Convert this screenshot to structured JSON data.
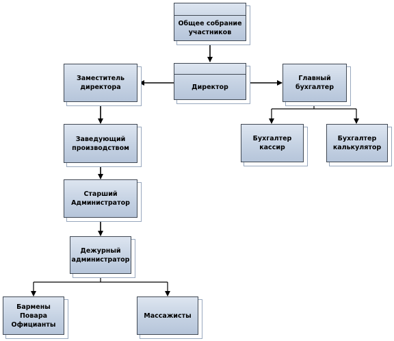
{
  "diagram": {
    "nodes": {
      "assembly": "Общее собрание\nучастников",
      "director": "Директор",
      "deputy": "Заместитель\nдиректора",
      "chief_accountant": "Главный\nбухгалтер",
      "production_head": "Заведующий\nпроизводством",
      "accountant_cashier": "Бухгалтер кассир",
      "accountant_calculator": "Бухгалтер\nкалькулятор",
      "senior_admin": "Старший\nАдминистратор",
      "duty_admin": "Дежурный\nадминистратор",
      "staff": "Бармены\nПовара\nОфицианты",
      "masseurs": "Массажисты"
    },
    "colors": {
      "node_fill_top": "#dde5f0",
      "node_fill_bottom": "#b6c5da",
      "node_border": "#3f4752",
      "shadow": "#97a7bd",
      "connector": "#000000"
    }
  }
}
